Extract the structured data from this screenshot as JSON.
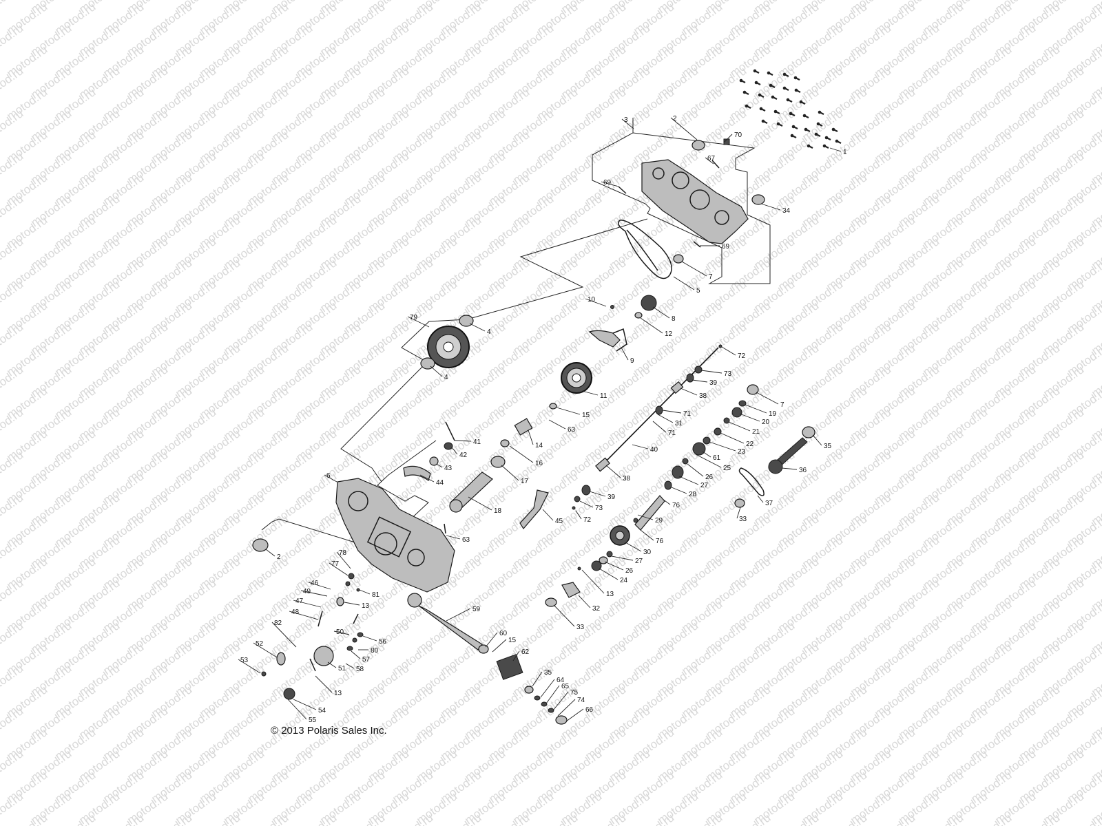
{
  "copyright": "© 2013 Polaris Sales Inc.",
  "watermark_text": "motod.ru",
  "colors": {
    "ink": "#1a1a1a",
    "watermark": "#d8d8d8",
    "background": "#ffffff"
  },
  "callouts": [
    {
      "id": "c1",
      "label": "1"
    },
    {
      "id": "c2a",
      "label": "2"
    },
    {
      "id": "c3",
      "label": "3"
    },
    {
      "id": "c70",
      "label": "70"
    },
    {
      "id": "c67",
      "label": "67"
    },
    {
      "id": "c69a",
      "label": "69"
    },
    {
      "id": "c34",
      "label": "34"
    },
    {
      "id": "c69b",
      "label": "69"
    },
    {
      "id": "c7a",
      "label": "7"
    },
    {
      "id": "c5",
      "label": "5"
    },
    {
      "id": "c10",
      "label": "10"
    },
    {
      "id": "c8",
      "label": "8"
    },
    {
      "id": "c12",
      "label": "12"
    },
    {
      "id": "c79",
      "label": "79"
    },
    {
      "id": "c4a",
      "label": "4"
    },
    {
      "id": "c4b",
      "label": "4"
    },
    {
      "id": "c9",
      "label": "9"
    },
    {
      "id": "c11",
      "label": "11"
    },
    {
      "id": "c72a",
      "label": "72"
    },
    {
      "id": "c73a",
      "label": "73"
    },
    {
      "id": "c39a",
      "label": "39"
    },
    {
      "id": "c38a",
      "label": "38"
    },
    {
      "id": "c7b",
      "label": "7"
    },
    {
      "id": "c19",
      "label": "19"
    },
    {
      "id": "c20",
      "label": "20"
    },
    {
      "id": "c21",
      "label": "21"
    },
    {
      "id": "c15a",
      "label": "15"
    },
    {
      "id": "c63a",
      "label": "63"
    },
    {
      "id": "c71a",
      "label": "71"
    },
    {
      "id": "c31",
      "label": "31"
    },
    {
      "id": "c71b",
      "label": "71"
    },
    {
      "id": "c22",
      "label": "22"
    },
    {
      "id": "c23",
      "label": "23"
    },
    {
      "id": "c14",
      "label": "14"
    },
    {
      "id": "c41",
      "label": "41"
    },
    {
      "id": "c42",
      "label": "42"
    },
    {
      "id": "c40",
      "label": "40"
    },
    {
      "id": "c35a",
      "label": "35"
    },
    {
      "id": "c61",
      "label": "61"
    },
    {
      "id": "c16",
      "label": "16"
    },
    {
      "id": "c43",
      "label": "43"
    },
    {
      "id": "c25",
      "label": "25"
    },
    {
      "id": "c36",
      "label": "36"
    },
    {
      "id": "c44",
      "label": "44"
    },
    {
      "id": "c17",
      "label": "17"
    },
    {
      "id": "c38b",
      "label": "38"
    },
    {
      "id": "c26a",
      "label": "26"
    },
    {
      "id": "c27a",
      "label": "27"
    },
    {
      "id": "c6",
      "label": "6"
    },
    {
      "id": "c28",
      "label": "28"
    },
    {
      "id": "c39b",
      "label": "39"
    },
    {
      "id": "c37",
      "label": "37"
    },
    {
      "id": "c18",
      "label": "18"
    },
    {
      "id": "c76a",
      "label": "76"
    },
    {
      "id": "c73b",
      "label": "73"
    },
    {
      "id": "c45",
      "label": "45"
    },
    {
      "id": "c72b",
      "label": "72"
    },
    {
      "id": "c29",
      "label": "29"
    },
    {
      "id": "c33a",
      "label": "33"
    },
    {
      "id": "c63b",
      "label": "63"
    },
    {
      "id": "c76b",
      "label": "76"
    },
    {
      "id": "c2b",
      "label": "2"
    },
    {
      "id": "c30",
      "label": "30"
    },
    {
      "id": "c78",
      "label": "78"
    },
    {
      "id": "c27b",
      "label": "27"
    },
    {
      "id": "c77",
      "label": "77"
    },
    {
      "id": "c26b",
      "label": "26"
    },
    {
      "id": "c46",
      "label": "46"
    },
    {
      "id": "c24",
      "label": "24"
    },
    {
      "id": "c49",
      "label": "49"
    },
    {
      "id": "c81",
      "label": "81"
    },
    {
      "id": "c13a",
      "label": "13"
    },
    {
      "id": "c13b",
      "label": "13"
    },
    {
      "id": "c47",
      "label": "47"
    },
    {
      "id": "c32",
      "label": "32"
    },
    {
      "id": "c59",
      "label": "59"
    },
    {
      "id": "c48",
      "label": "48"
    },
    {
      "id": "c33b",
      "label": "33"
    },
    {
      "id": "c82",
      "label": "82"
    },
    {
      "id": "c50",
      "label": "50"
    },
    {
      "id": "c60",
      "label": "60"
    },
    {
      "id": "c15b",
      "label": "15"
    },
    {
      "id": "c56",
      "label": "56"
    },
    {
      "id": "c52",
      "label": "52"
    },
    {
      "id": "c80",
      "label": "80"
    },
    {
      "id": "c62",
      "label": "62"
    },
    {
      "id": "c57",
      "label": "57"
    },
    {
      "id": "c53",
      "label": "53"
    },
    {
      "id": "c58",
      "label": "58"
    },
    {
      "id": "c51",
      "label": "51"
    },
    {
      "id": "c35b",
      "label": "35"
    },
    {
      "id": "c64",
      "label": "64"
    },
    {
      "id": "c65",
      "label": "65"
    },
    {
      "id": "c13c",
      "label": "13"
    },
    {
      "id": "c75",
      "label": "75"
    },
    {
      "id": "c74",
      "label": "74"
    },
    {
      "id": "c54",
      "label": "54"
    },
    {
      "id": "c66",
      "label": "66"
    },
    {
      "id": "c55",
      "label": "55"
    }
  ]
}
